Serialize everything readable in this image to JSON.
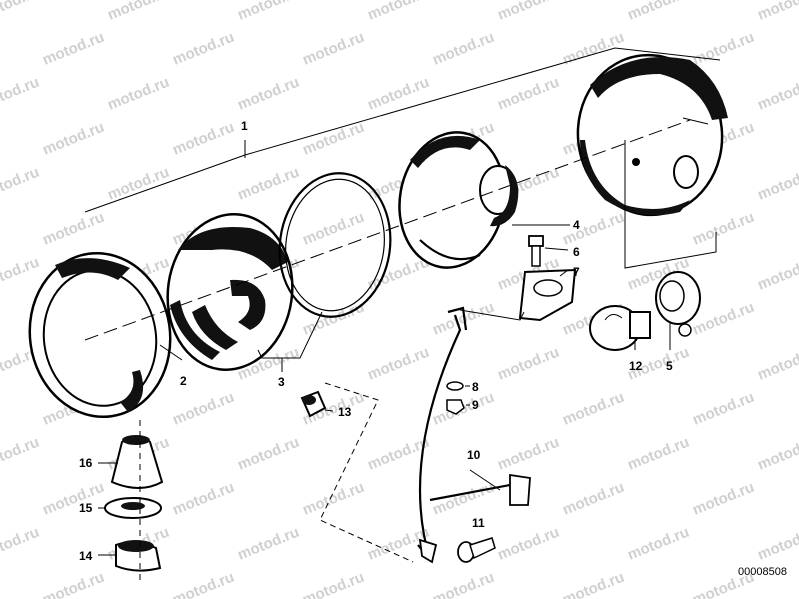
{
  "watermark": "motod.ru",
  "figure_id": "00008508",
  "callouts": {
    "c1": "1",
    "c2": "2",
    "c3": "3",
    "c4": "4",
    "c5": "5",
    "c6": "6",
    "c7": "7",
    "c8": "8",
    "c9": "9",
    "c10": "10",
    "c11": "11",
    "c12": "12",
    "c13": "13",
    "c14": "14",
    "c15": "15",
    "c16": "16"
  }
}
